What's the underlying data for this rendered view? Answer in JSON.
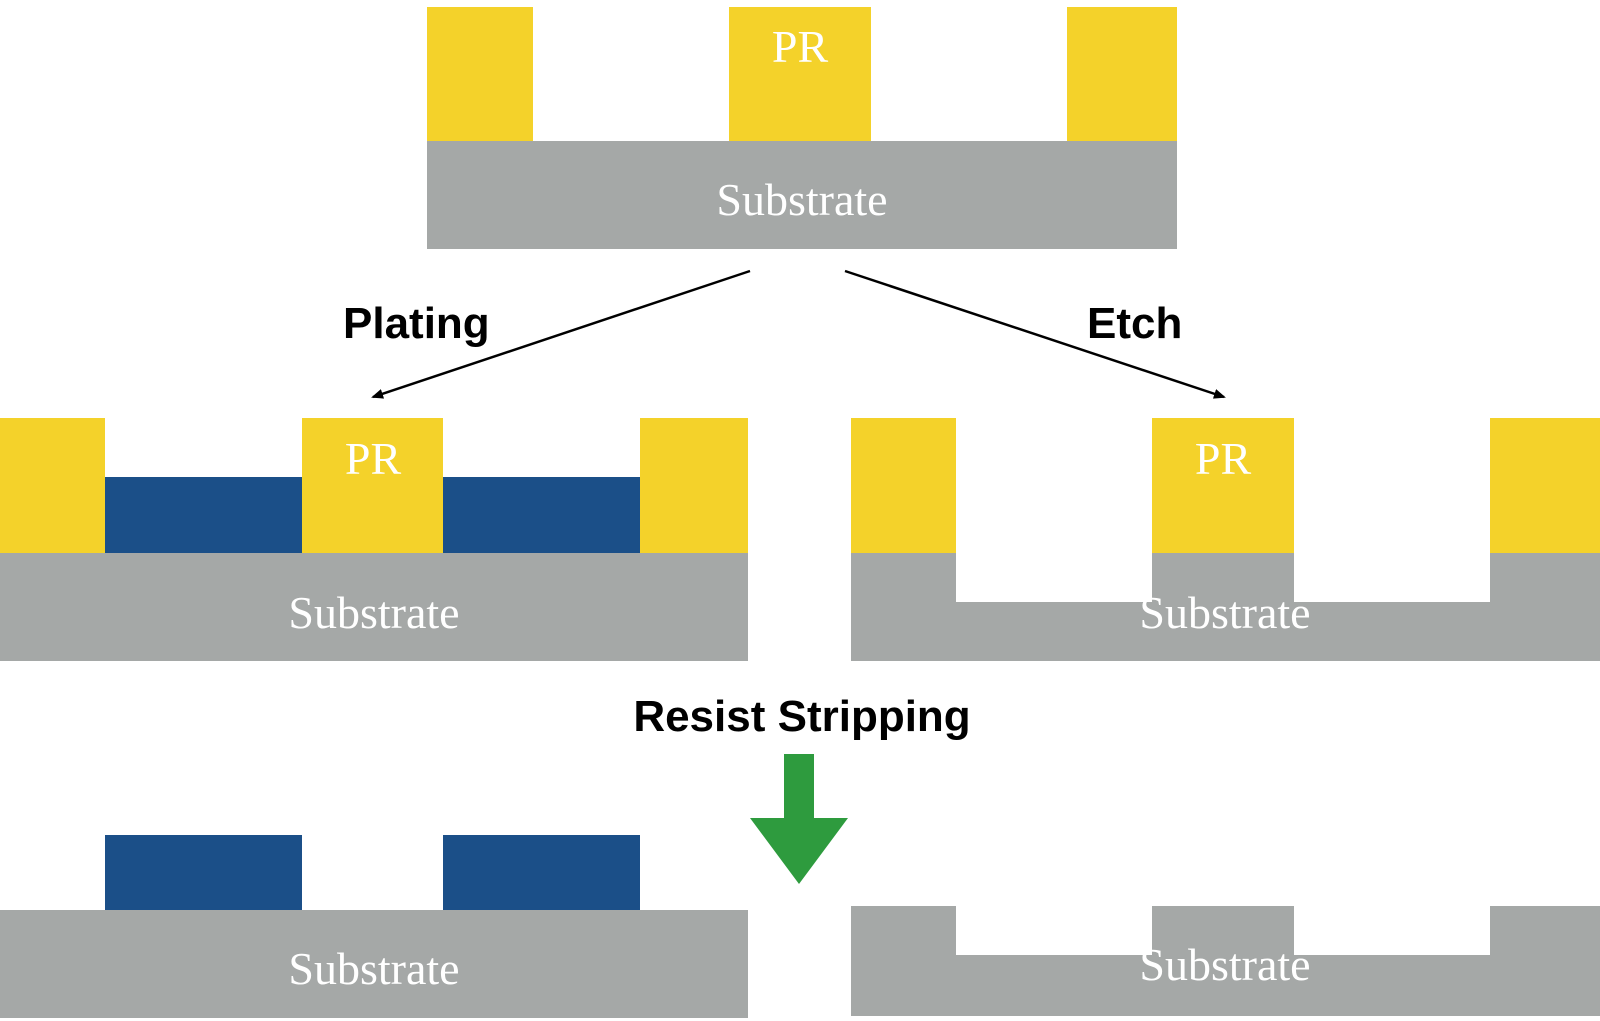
{
  "labels": {
    "pr": "PR",
    "substrate": "Substrate",
    "plating": "Plating",
    "etch": "Etch",
    "resist_stripping": "Resist Stripping"
  },
  "colors": {
    "photoresist": "#F4D22A",
    "substrate": "#A5A8A7",
    "plated_metal": "#1B4F88",
    "arrow_green": "#2E9B3E",
    "text_dark": "#000000",
    "text_light": "#FFFFFF"
  }
}
